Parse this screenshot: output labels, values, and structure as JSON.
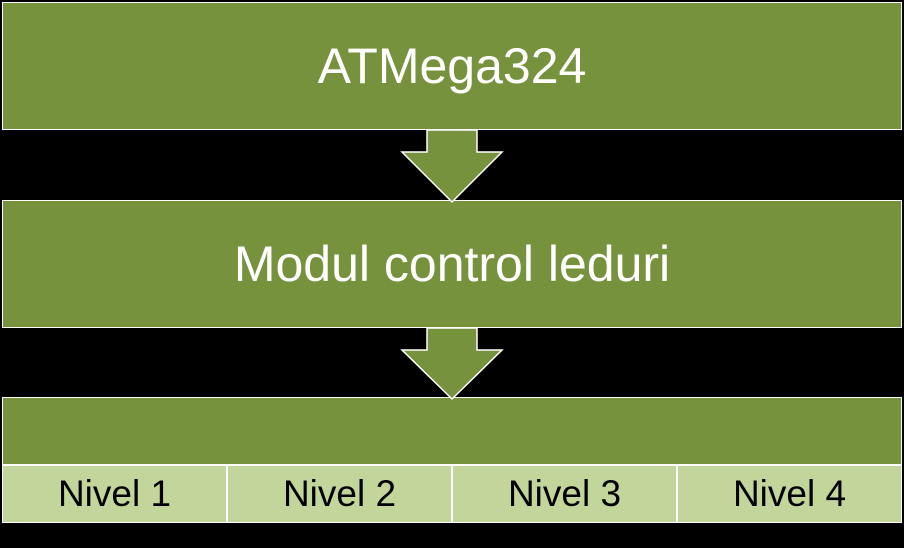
{
  "blocks": {
    "top": {
      "label": "ATMega324"
    },
    "middle": {
      "label": "Modul control leduri"
    },
    "bottom": {
      "label": ""
    }
  },
  "levels": [
    {
      "label": "Nivel 1"
    },
    {
      "label": "Nivel 2"
    },
    {
      "label": "Nivel 3"
    },
    {
      "label": "Nivel 4"
    }
  ],
  "colors": {
    "background": "#000000",
    "block_fill": "#76923c",
    "level_fill": "#c2d69b",
    "block_text": "#ffffff",
    "level_text": "#000000",
    "outline": "#ffffff"
  }
}
